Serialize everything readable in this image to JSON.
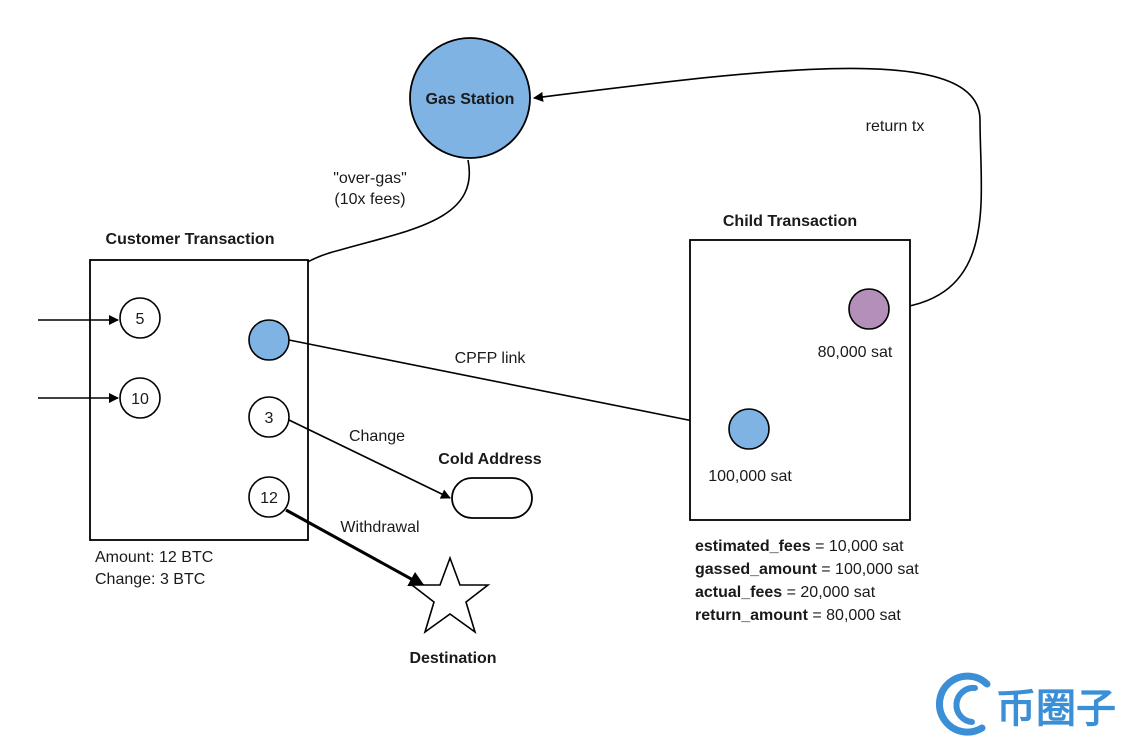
{
  "colors": {
    "blue": "#7fb3e3",
    "purple": "#b48fb9",
    "logo": "#3b8fd6"
  },
  "gas_station": {
    "label": "Gas Station"
  },
  "over_gas": {
    "line1": "\"over-gas\"",
    "line2": "(10x fees)"
  },
  "return_tx": {
    "label": "return tx"
  },
  "customer": {
    "title": "Customer Transaction",
    "inputs": [
      "5",
      "10"
    ],
    "outputs": [
      "3",
      "12"
    ],
    "amount": "Amount: 12 BTC",
    "change": "Change: 3 BTC"
  },
  "child": {
    "title": "Child Transaction",
    "output_label": "80,000 sat",
    "input_label": "100,000 sat"
  },
  "links": {
    "cpfp": "CPFP link",
    "change": "Change",
    "withdrawal": "Withdrawal"
  },
  "cold_address": {
    "label": "Cold Address"
  },
  "destination": {
    "label": "Destination"
  },
  "fees": [
    {
      "key": "estimated_fees",
      "value": " = 10,000 sat"
    },
    {
      "key": "gassed_amount",
      "value": " = 100,000 sat"
    },
    {
      "key": "actual_fees",
      "value": " = 20,000 sat"
    },
    {
      "key": "return_amount",
      "value": " = 80,000 sat"
    }
  ],
  "logo": {
    "text": "币圈子",
    "icon": "c-swirl-icon"
  }
}
